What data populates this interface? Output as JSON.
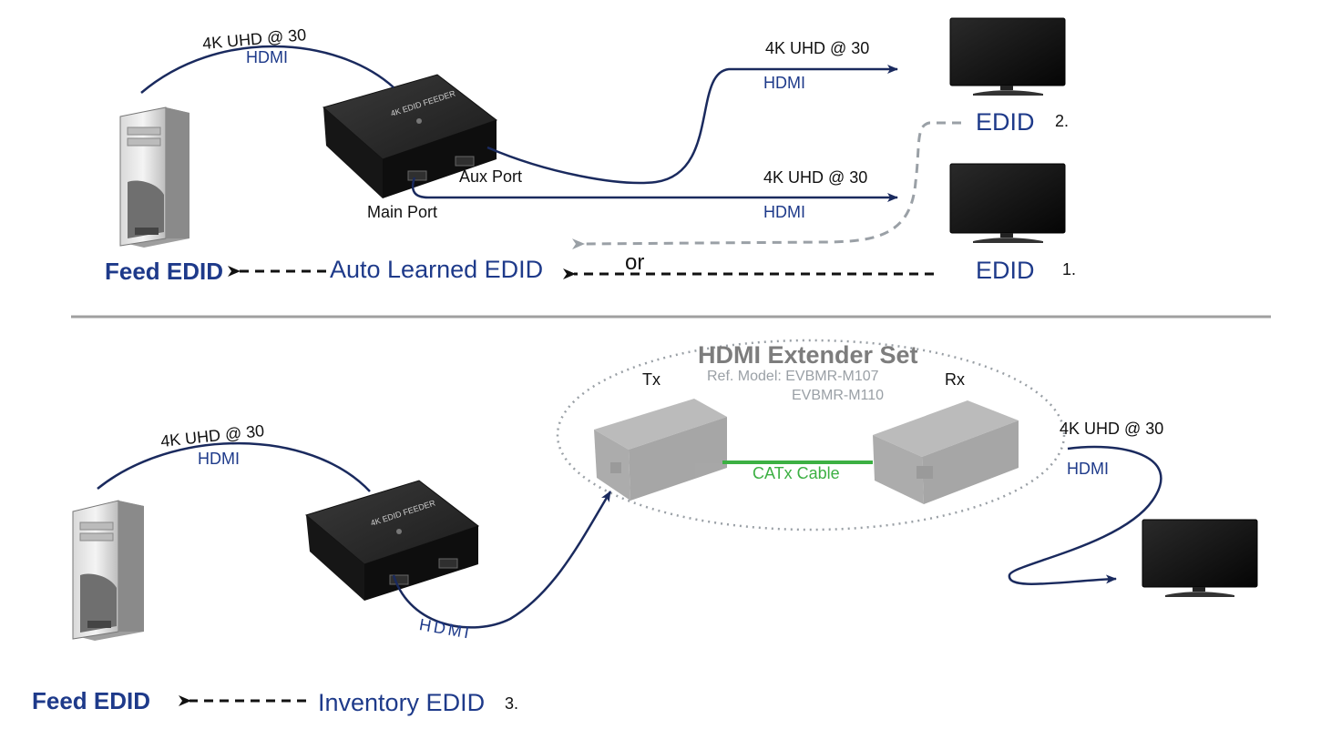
{
  "colors": {
    "cable": "#1a2a5e",
    "edid_text": "#1e3a8a",
    "dashed_grey": "#9aa0a6",
    "catx": "#3cb043",
    "divider": "#a0a0a0"
  },
  "top": {
    "source_signal": "4K UHD @ 30",
    "source_cable": "HDMI",
    "aux_signal": "4K UHD @ 30",
    "aux_cable": "HDMI",
    "main_signal": "4K UHD @ 30",
    "main_cable": "HDMI",
    "aux_port": "Aux Port",
    "main_port": "Main Port",
    "edid_display_2": "EDID",
    "display_2_number": "2.",
    "edid_display_1": "EDID",
    "display_1_number": "1.",
    "feed_edid": "Feed EDID",
    "auto_learned": "Auto Learned EDID",
    "or": "or",
    "device_label": "4K EDID FEEDER"
  },
  "bottom": {
    "source_signal": "4K UHD @ 30",
    "source_cable": "HDMI",
    "extender_title": "HDMI Extender Set",
    "ref_model_1": "Ref. Model: EVBMR-M107",
    "ref_model_2": "EVBMR-M110",
    "tx": "Tx",
    "rx": "Rx",
    "catx": "CATx Cable",
    "output_signal": "4K UHD @ 30",
    "output_cable": "HDMI",
    "feeder_cable": "HDMI",
    "feed_edid": "Feed EDID",
    "inventory": "Inventory EDID",
    "number": "3.",
    "device_label": "4K EDID FEEDER"
  }
}
